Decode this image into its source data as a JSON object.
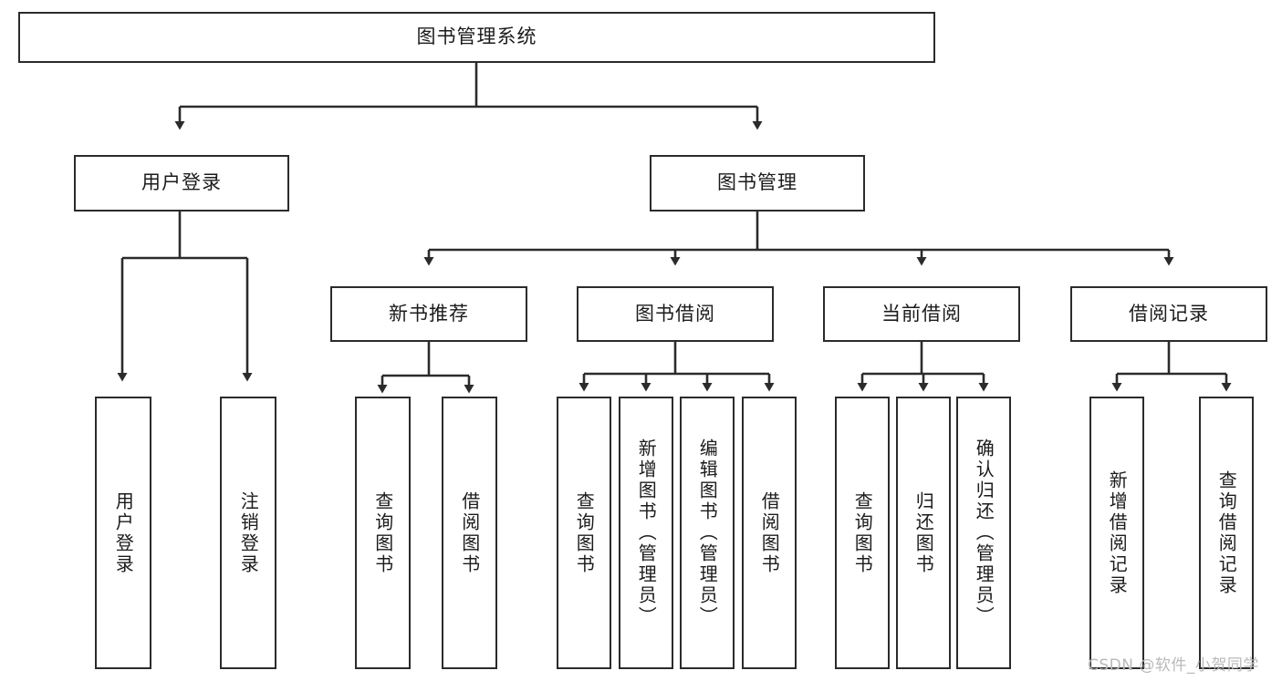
{
  "diagram": {
    "title": "图书管理系统",
    "type": "tree-hierarchy-diagram",
    "line_color": "#2b2b2b",
    "box_fill": "#ffffff",
    "text_color": "#1b1b1b"
  },
  "root": {
    "label": "图书管理系统"
  },
  "level2": [
    {
      "label": "用户登录"
    },
    {
      "label": "图书管理"
    }
  ],
  "level3": [
    {
      "label": "新书推荐"
    },
    {
      "label": "图书借阅"
    },
    {
      "label": "当前借阅"
    },
    {
      "label": "借阅记录"
    }
  ],
  "leaves": {
    "user_login": [
      {
        "label": "用户登录"
      },
      {
        "label": "注销登录"
      }
    ],
    "new_book_recommend": [
      {
        "label": "查询图书"
      },
      {
        "label": "借阅图书"
      }
    ],
    "book_borrow": [
      {
        "label": "查询图书"
      },
      {
        "label": "新增图书（管理员）"
      },
      {
        "label": "编辑图书（管理员）"
      },
      {
        "label": "借阅图书"
      }
    ],
    "current_borrow": [
      {
        "label": "查询图书"
      },
      {
        "label": "归还图书"
      },
      {
        "label": "确认归还（管理员）"
      }
    ],
    "borrow_record": [
      {
        "label": "新增借阅记录"
      },
      {
        "label": "查询借阅记录"
      }
    ]
  },
  "watermark": {
    "text": "CSDN @软件_小贺同学"
  }
}
